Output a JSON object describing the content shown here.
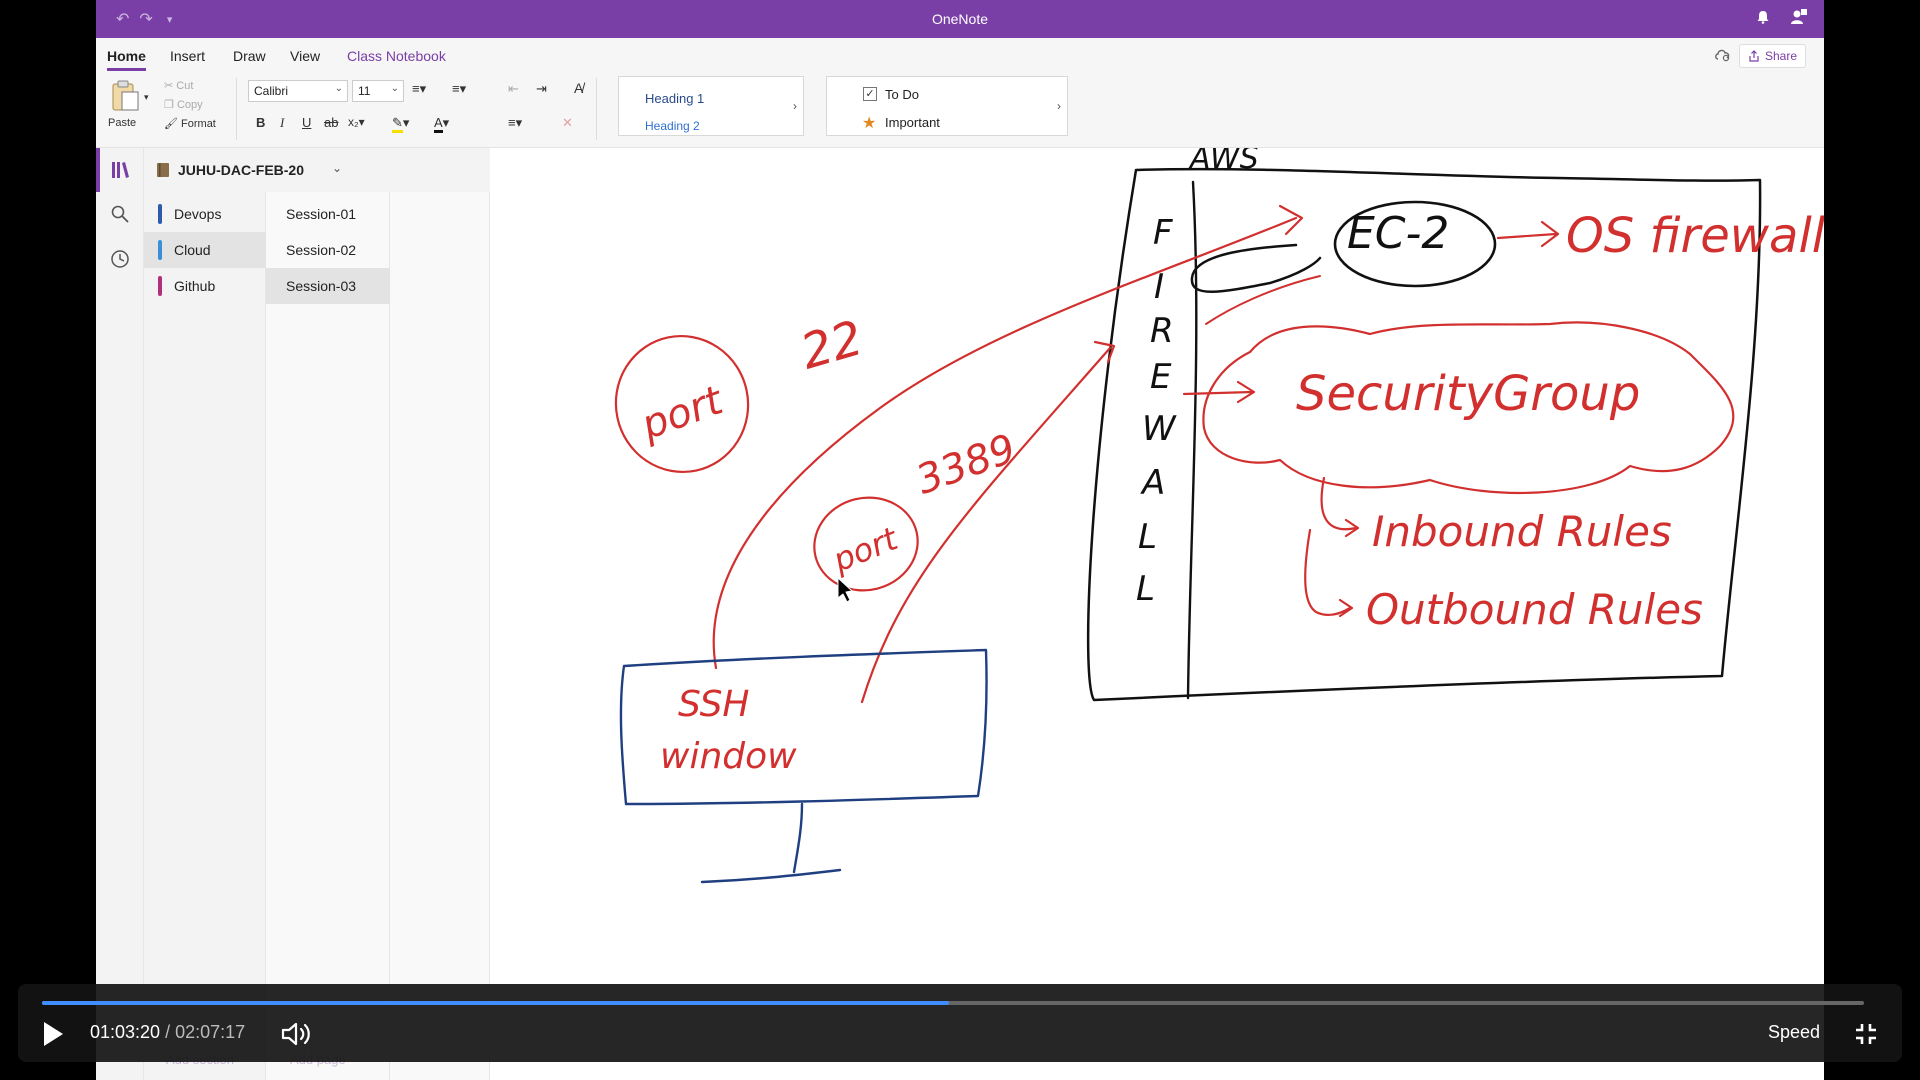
{
  "window": {
    "title": "OneNote"
  },
  "ribbon_tabs": [
    {
      "label": "Home",
      "active": true
    },
    {
      "label": "Insert",
      "active": false
    },
    {
      "label": "Draw",
      "active": false
    },
    {
      "label": "View",
      "active": false
    },
    {
      "label": "Class Notebook",
      "active": false
    }
  ],
  "share_label": "Share",
  "clipboard": {
    "paste": "Paste",
    "cut": "Cut",
    "copy": "Copy",
    "format": "Format"
  },
  "font": {
    "name": "Calibri",
    "size": "11"
  },
  "styles": {
    "heading1": "Heading 1",
    "heading2": "Heading 2"
  },
  "tags": {
    "todo": "To Do",
    "important": "Important"
  },
  "notebook": {
    "name": "JUHU-DAC-FEB-20"
  },
  "sections": [
    {
      "label": "Devops",
      "color": "#2f5aa8"
    },
    {
      "label": "Cloud",
      "color": "#3b8fd9"
    },
    {
      "label": "Github",
      "color": "#b0307f"
    }
  ],
  "pages": [
    {
      "label": "Session-01"
    },
    {
      "label": "Session-02"
    },
    {
      "label": "Session-03"
    }
  ],
  "footer": {
    "add_section": "Add section",
    "add_page": "Add page"
  },
  "drawing": {
    "aws": "AWS",
    "firewall_letters": [
      "F",
      "I",
      "R",
      "E",
      "W",
      "A",
      "L",
      "L"
    ],
    "ec2": "EC-2",
    "os_firewall": "OS firewall",
    "security_group": "SecurityGroup",
    "inbound": "Inbound Rules",
    "outbound": "Outbound Rules",
    "port_left": "port",
    "port_22": "22",
    "port_mid": "port",
    "port_3389": "3389",
    "ssh_line1": "SSH",
    "ssh_line2": "window"
  },
  "player": {
    "current": "01:03:20",
    "separator": "/",
    "duration": "02:07:17",
    "speed": "Speed",
    "progress": 0.498
  },
  "colors": {
    "accent": "#7a3fa6",
    "ink_red": "#d2302f",
    "ink_black": "#111111",
    "ink_blue": "#1f3f80",
    "progress": "#3f8dff"
  }
}
